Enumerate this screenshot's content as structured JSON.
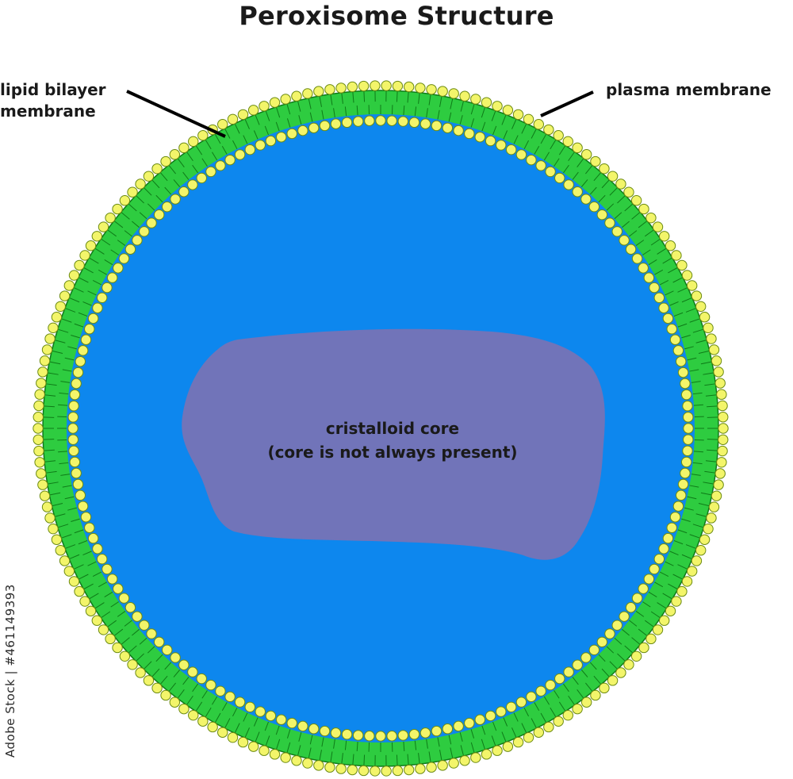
{
  "title": "Peroxisome Structure",
  "labels": {
    "lipid_bilayer_line1": "lipid bilayer",
    "lipid_bilayer_line2": "membrane",
    "plasma_membrane": "plasma membrane",
    "core_line1": "cristalloid core",
    "core_line2": "(core is not always present)"
  },
  "watermark": "Adobe Stock | #461149393",
  "colors": {
    "interior": "#0d87ee",
    "core": "#7174b9",
    "lipid_tail": "#2ecc40",
    "lipid_tail_stroke": "#0e7a17",
    "lipid_head": "#f3f56a",
    "lipid_head_stroke": "#6b8a12",
    "leader_line": "#000000"
  },
  "membrane": {
    "outer_head_count": 190,
    "inner_head_count": 172
  }
}
